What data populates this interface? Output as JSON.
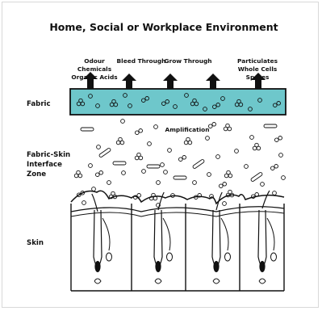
{
  "title": "Home, Social or Workplace Environment",
  "release_labels": {
    "odour": [
      "Odour",
      "Chemicals",
      "Organic Acids"
    ],
    "bleed": "Bleed Through",
    "grow": "Grow Through",
    "particulates": [
      "Particulates",
      "Whole Cells",
      "Spores"
    ]
  },
  "middle_label": "Amplification",
  "side_labels": {
    "fabric": "Fabric",
    "zone": [
      "Fabric-Skin",
      "Interface",
      "Zone"
    ],
    "skin": "Skin"
  },
  "colors": {
    "fabric_fill": "#6ec7cb",
    "line": "#111111",
    "arrow": "#111111"
  }
}
